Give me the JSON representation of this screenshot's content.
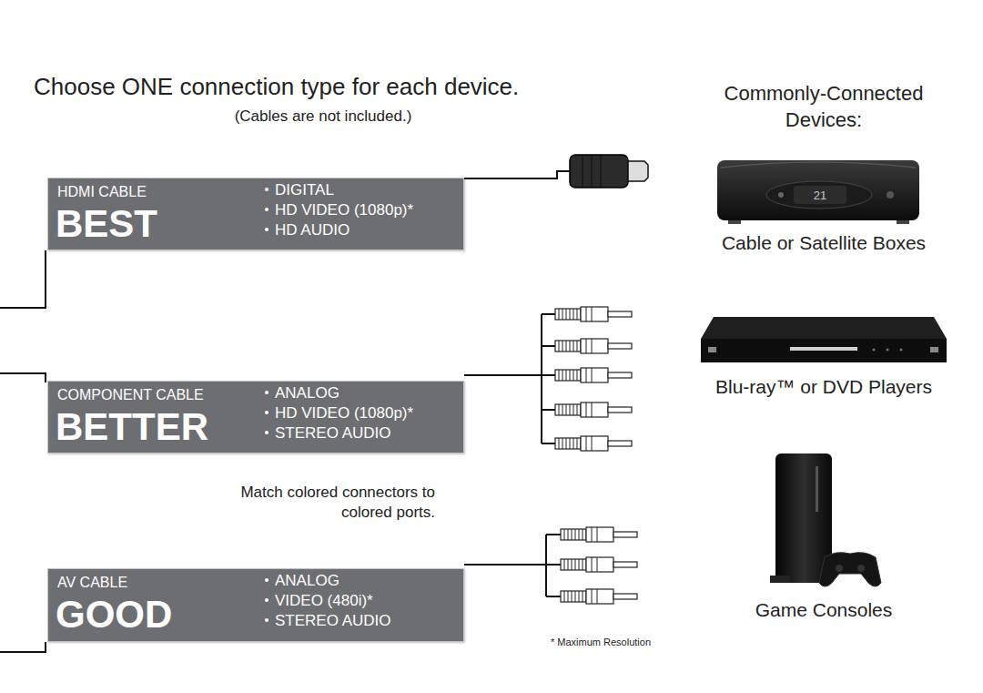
{
  "diagram": {
    "title": "Choose ONE connection type for each device.",
    "nodes": [
      {
        "text": [
          "HDMI CABLE",
          "BEST",
          "DIGITAL",
          "HD VIDEO (1080p)*",
          "HD AUDIO"
        ]
      },
      {
        "text": [
          "COMPONENT CABLE",
          "BETTER",
          "ANALOG",
          "HD VIDEO (1080p)*",
          "STEREO AUDIO"
        ]
      },
      {
        "text": [
          "AV CABLE",
          "GOOD",
          "ANALOG",
          "VIDEO (480i)*",
          "STEREO AUDIO"
        ]
      }
    ],
    "labels": [
      "(Cables are not included.)",
      "Commonly-Connected Devices:",
      "21",
      "Cable or Satellite Boxes",
      "Blu-ray™ or DVD Players",
      "Match colored connectors to colored ports.",
      "Game Consoles",
      "* Maximum Resolution"
    ]
  }
}
